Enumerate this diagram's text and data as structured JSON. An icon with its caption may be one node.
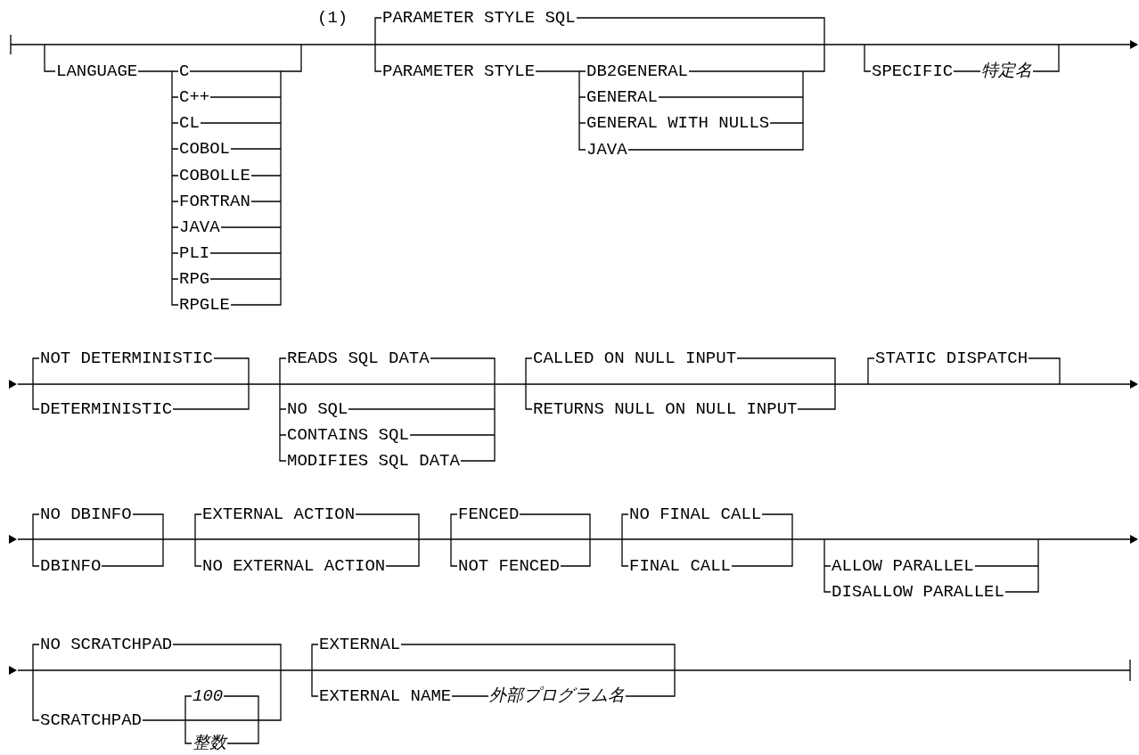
{
  "diagram": {
    "labels": [
      "LANGUAGE",
      "C",
      "C++",
      "CL",
      "COBOL",
      "COBOLLE",
      "FORTRAN",
      "JAVA",
      "PLI",
      "RPG",
      "RPGLE",
      "(1)",
      "PARAMETER STYLE SQL",
      "PARAMETER STYLE",
      "DB2GENERAL",
      "GENERAL",
      "GENERAL WITH NULLS",
      "JAVA",
      "SPECIFIC",
      "特定名",
      "NOT DETERMINISTIC",
      "DETERMINISTIC",
      "READS SQL DATA",
      "NO SQL",
      "CONTAINS SQL",
      "MODIFIES SQL DATA",
      "CALLED ON NULL INPUT",
      "RETURNS NULL ON NULL INPUT",
      "STATIC DISPATCH",
      "NO DBINFO",
      "DBINFO",
      "EXTERNAL ACTION",
      "NO EXTERNAL ACTION",
      "FENCED",
      "NOT FENCED",
      "NO FINAL CALL",
      "FINAL CALL",
      "ALLOW PARALLEL",
      "DISALLOW PARALLEL",
      "NO SCRATCHPAD",
      "SCRATCHPAD",
      "100",
      "整数",
      "EXTERNAL",
      "EXTERNAL NAME",
      "外部プログラム名"
    ]
  }
}
